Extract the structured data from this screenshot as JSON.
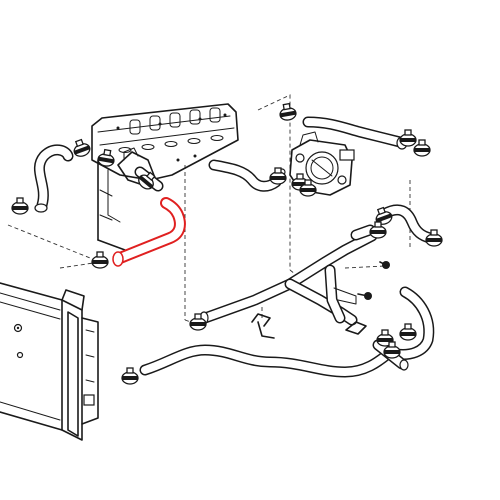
{
  "diagram": {
    "highlight_color": "#e02020",
    "line_color": "#1a1a1a",
    "background": "#ffffff",
    "components": [
      "engine-cylinder-head",
      "radiator",
      "throttle-body",
      "upper-radiator-hose",
      "heater-hoses",
      "lower-radiator-hose",
      "water-pipe-assembly",
      "hose-clamps",
      "bolts"
    ]
  }
}
